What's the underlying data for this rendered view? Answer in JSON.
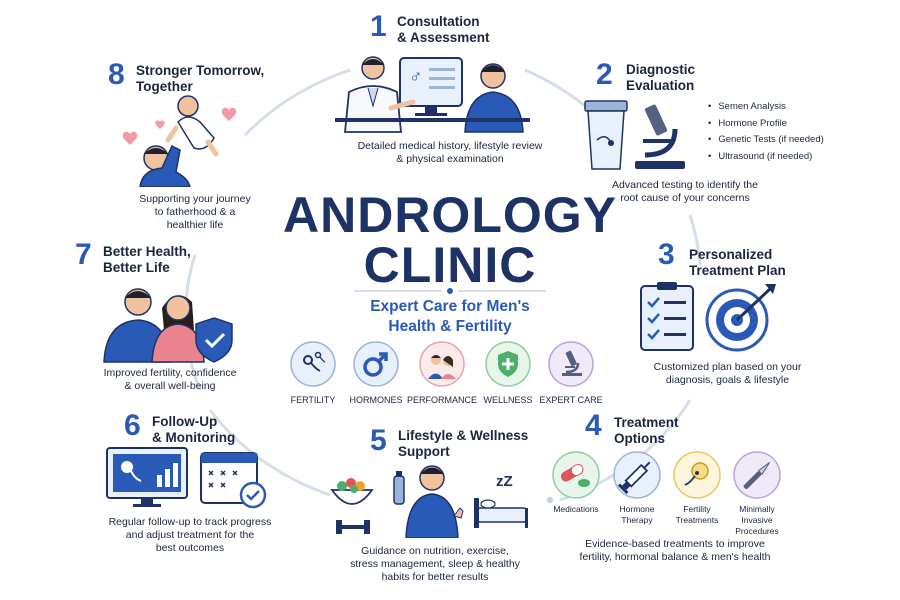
{
  "center": {
    "title_line1": "ANDROLOGY",
    "title_line2": "CLINIC",
    "subtitle_line1": "Expert Care for Men's",
    "subtitle_line2": "Health & Fertility",
    "categories": [
      "FERTILITY",
      "HORMONES",
      "PERFORMANCE",
      "WELLNESS",
      "EXPERT CARE"
    ]
  },
  "steps": [
    {
      "number": "1",
      "title_line1": "Consultation",
      "title_line2": "& Assessment",
      "desc_line1": "Detailed medical history, lifestyle review",
      "desc_line2": "& physical examination"
    },
    {
      "number": "2",
      "title_line1": "Diagnostic",
      "title_line2": "Evaluation",
      "bullets": [
        "Semen Analysis",
        "Hormone Profile",
        "Genetic Tests (if needed)",
        "Ultrasound (if needed)"
      ],
      "desc_line1": "Advanced testing to identify the",
      "desc_line2": "root cause of your concerns"
    },
    {
      "number": "3",
      "title_line1": "Personalized",
      "title_line2": "Treatment Plan",
      "desc_line1": "Customized plan based on your",
      "desc_line2": "diagnosis, goals & lifestyle"
    },
    {
      "number": "4",
      "title_line1": "Treatment",
      "title_line2": "Options",
      "options": [
        {
          "line1": "Medications",
          "line2": "",
          "line3": ""
        },
        {
          "line1": "Hormone",
          "line2": "Therapy",
          "line3": ""
        },
        {
          "line1": "Fertility",
          "line2": "Treatments",
          "line3": ""
        },
        {
          "line1": "Minimally",
          "line2": "Invasive",
          "line3": "Procedures"
        }
      ],
      "desc_line1": "Evidence-based treatments to improve",
      "desc_line2": "fertility, hormonal balance & men's health"
    },
    {
      "number": "5",
      "title_line1": "Lifestyle & Wellness",
      "title_line2": "Support",
      "desc_line1": "Guidance on nutrition, exercise,",
      "desc_line2": "stress management, sleep & healthy",
      "desc_line3": "habits for better results"
    },
    {
      "number": "6",
      "title_line1": "Follow-Up",
      "title_line2": "& Monitoring",
      "desc_line1": "Regular follow-up to track progress",
      "desc_line2": "and adjust treatment for the",
      "desc_line3": "best outcomes"
    },
    {
      "number": "7",
      "title_line1": "Better Health,",
      "title_line2": "Better Life",
      "desc_line1": "Improved fertility, confidence",
      "desc_line2": "& overall well-being"
    },
    {
      "number": "8",
      "title_line1": "Stronger Tomorrow,",
      "title_line2": "Together",
      "desc_line1": "Supporting your journey",
      "desc_line2": "to fatherhood & a",
      "desc_line3": "healthier life"
    }
  ],
  "sleep_text": "zZ",
  "colors": {
    "primary": "#2a5ab8",
    "navy": "#1e3266",
    "ring": "#d6deec",
    "text": "#1c2540"
  }
}
